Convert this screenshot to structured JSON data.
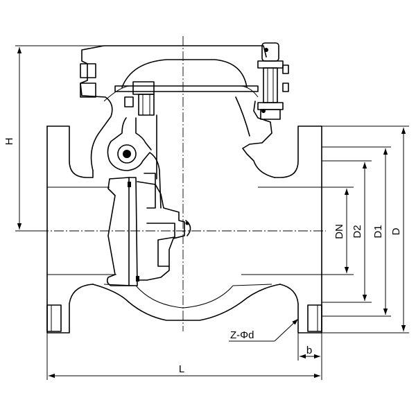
{
  "labels": {
    "height": "H",
    "nominal_diameter": "DN",
    "d2": "D2",
    "d1": "D1",
    "d": "D",
    "bolt_holes": "Z-Φd",
    "flange_thickness": "b",
    "length": "L"
  }
}
